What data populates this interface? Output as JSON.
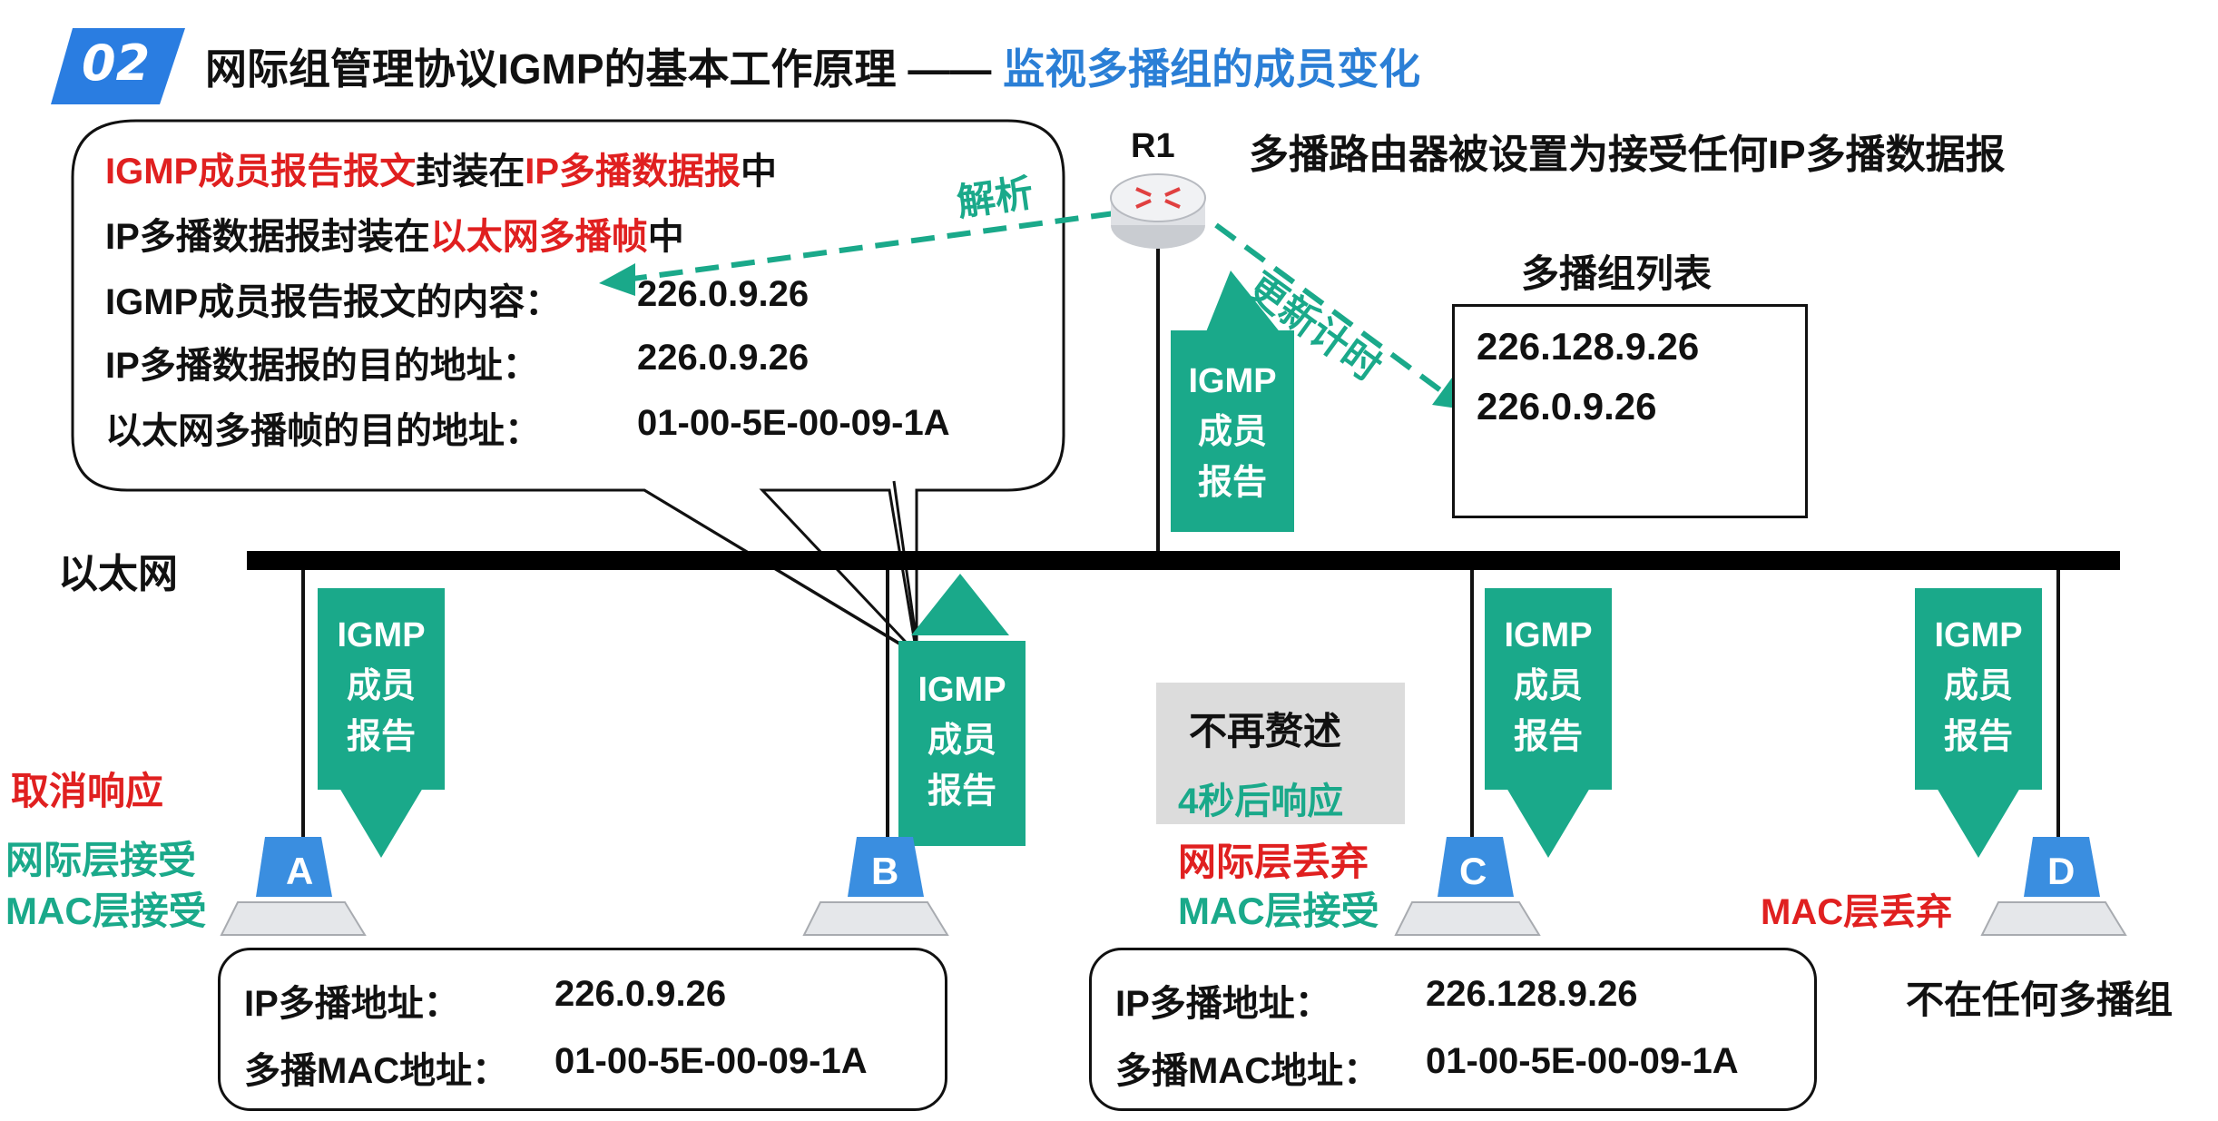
{
  "header": {
    "badge": "02",
    "title_main": "网际组管理协议IGMP的基本工作原理 —— ",
    "title_highlight": "监视多播组的成员变化"
  },
  "bubble": {
    "line1": {
      "a": "IGMP成员报告报文",
      "b": "封装在",
      "c": "IP多播数据报",
      "d": "中"
    },
    "line2": {
      "a": "IP多播数据报封装在",
      "b": "以太网多播帧",
      "c": "中"
    },
    "line3_label": "IGMP成员报告报文的内容：",
    "line3_value": "226.0.9.26",
    "line4_label": "IP多播数据报的目的地址：",
    "line4_value": "226.0.9.26",
    "line5_label": "以太网多播帧的目的地址：",
    "line5_value": "01-00-5E-00-09-1A"
  },
  "router": {
    "name": "R1",
    "note": "多播路由器被设置为接受任何IP多播数据报",
    "parse_label": "解析",
    "update_label": "更新计时"
  },
  "group_list": {
    "title": "多播组列表",
    "entries": [
      "226.128.9.26",
      "226.0.9.26"
    ]
  },
  "network": {
    "label": "以太网"
  },
  "igmp_report": {
    "line1": "IGMP",
    "line2": "成员",
    "line3": "报告"
  },
  "hosts": {
    "A": {
      "name": "A",
      "status1": "取消响应",
      "status2": "网际层接受",
      "status3": "MAC层接受"
    },
    "B": {
      "name": "B"
    },
    "C": {
      "name": "C",
      "note1": "不再赘述",
      "note2": "4秒后响应",
      "status1": "网际层丢弃",
      "status2": "MAC层接受"
    },
    "D": {
      "name": "D",
      "status1": "MAC层丢弃",
      "note": "不在任何多播组"
    }
  },
  "info_left": {
    "ip_label": "IP多播地址：",
    "ip_value": "226.0.9.26",
    "mac_label": "多播MAC地址：",
    "mac_value": "01-00-5E-00-09-1A"
  },
  "info_right": {
    "ip_label": "IP多播地址：",
    "ip_value": "226.128.9.26",
    "mac_label": "多播MAC地址：",
    "mac_value": "01-00-5E-00-09-1A"
  },
  "colors": {
    "accent_blue": "#2b7fd6",
    "badge_blue": "#2a7de1",
    "teal": "#1aa98a",
    "red": "#e02020",
    "gray_box": "#dcdcdc"
  }
}
